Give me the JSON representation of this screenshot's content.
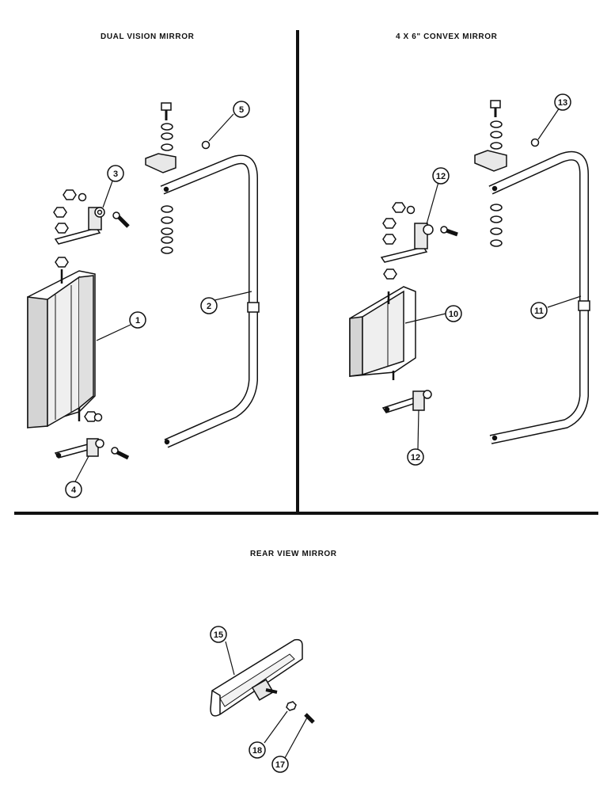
{
  "sections": {
    "dual_vision": {
      "title": "DUAL VISION MIRROR"
    },
    "convex": {
      "title": "4 X 6\" CONVEX MIRROR"
    },
    "rear_view": {
      "title": "REAR VIEW MIRROR"
    }
  },
  "callouts": {
    "c1": "1",
    "c2": "2",
    "c3": "3",
    "c4": "4",
    "c5": "5",
    "c10": "10",
    "c11": "11",
    "c12a": "12",
    "c12b": "12",
    "c13": "13",
    "c15": "15",
    "c17": "17",
    "c18": "18"
  },
  "colors": {
    "ink": "#111111",
    "paper": "#ffffff",
    "shade": "#bdbdbd"
  }
}
